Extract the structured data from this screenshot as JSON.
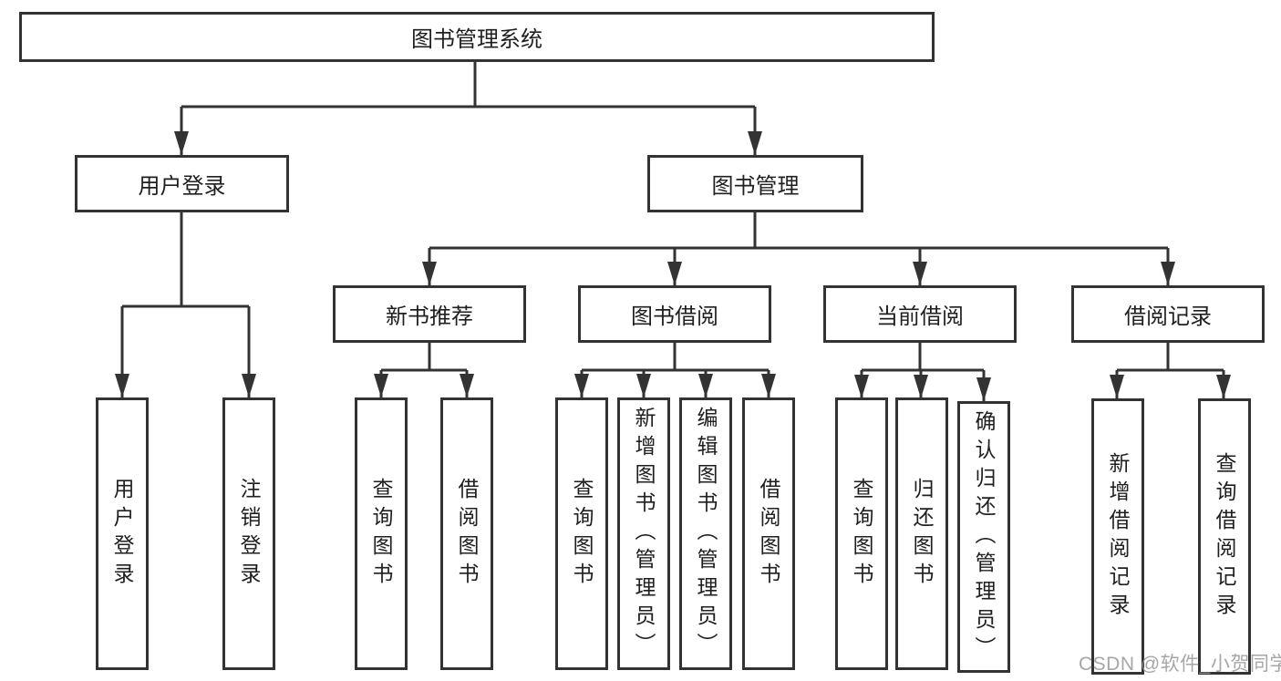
{
  "diagram": {
    "title": "图书管理系统",
    "nodes": {
      "root": "图书管理系统",
      "user_login": "用户登录",
      "book_mgmt": "图书管理",
      "new_books": "新书推荐",
      "book_borrow": "图书借阅",
      "current_borrow": "当前借阅",
      "borrow_records": "借阅记录"
    },
    "leaves": {
      "user_login": [
        "用户登录",
        "注销登录"
      ],
      "new_books": [
        "查询图书",
        "借阅图书"
      ],
      "book_borrow": [
        "查询图书",
        "新增图书（管理员）",
        "编辑图书（管理员）",
        "借阅图书"
      ],
      "current_borrow": [
        "查询图书",
        "归还图书",
        "确认归还（管理员）"
      ],
      "borrow_records": [
        "新增借阅记录",
        "查询借阅记录"
      ]
    },
    "colors": {
      "line": "#333333",
      "box_border": "#333333",
      "text": "#1f1f1f",
      "watermark": "#a9a9a9",
      "background": "#ffffff"
    },
    "watermark": "CSDN @软件_小贺同学"
  }
}
